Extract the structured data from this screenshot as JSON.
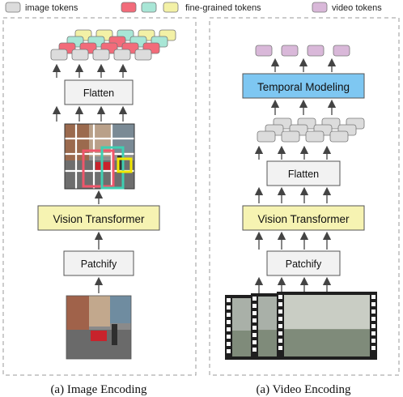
{
  "legend": {
    "image_tokens": "image tokens",
    "fine_grained_tokens": "fine-grained tokens",
    "video_tokens": "video tokens"
  },
  "image_panel": {
    "flatten": "Flatten",
    "vision_transformer": "Vision Transformer",
    "patchify": "Patchify",
    "caption": "(a) Image Encoding"
  },
  "video_panel": {
    "temporal_modeling": "Temporal Modeling",
    "flatten": "Flatten",
    "vision_transformer": "Vision Transformer",
    "patchify": "Patchify",
    "caption": "(a) Video Encoding"
  },
  "colors": {
    "image_token": "#dcdcdc",
    "fine_red": "#f26b7a",
    "fine_teal": "#a8e6d6",
    "fine_yellow": "#f3f1a6",
    "video_token": "#d9b8d9",
    "vit_fill": "#f6f3b2",
    "temporal_fill": "#7ec7f2",
    "box_fill": "#f2f2f2"
  }
}
